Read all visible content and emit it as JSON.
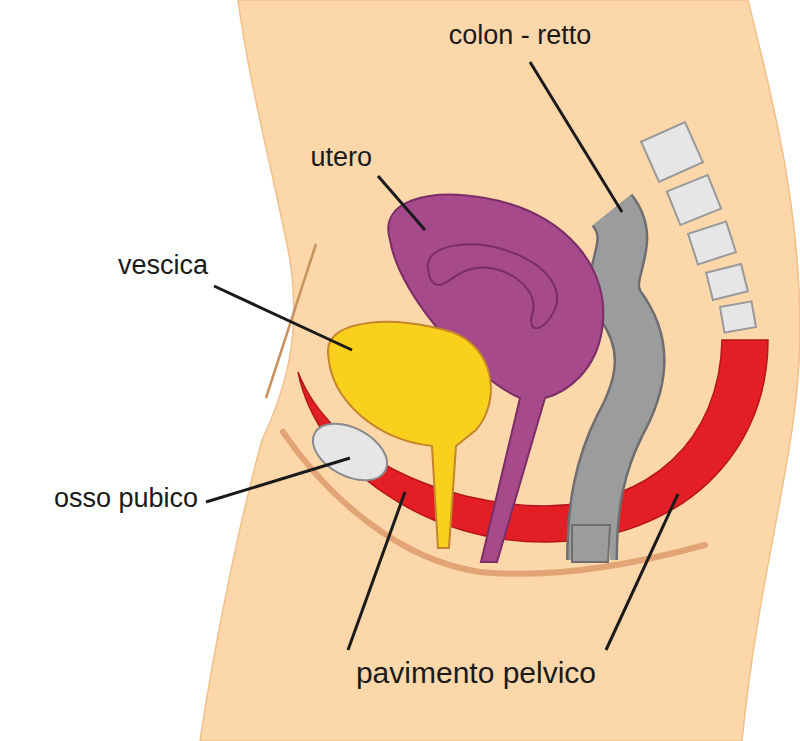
{
  "diagram": {
    "labels": [
      "colon - retto",
      "utero",
      "vescica",
      "osso pubico",
      "pavimento pelvico"
    ]
  }
}
